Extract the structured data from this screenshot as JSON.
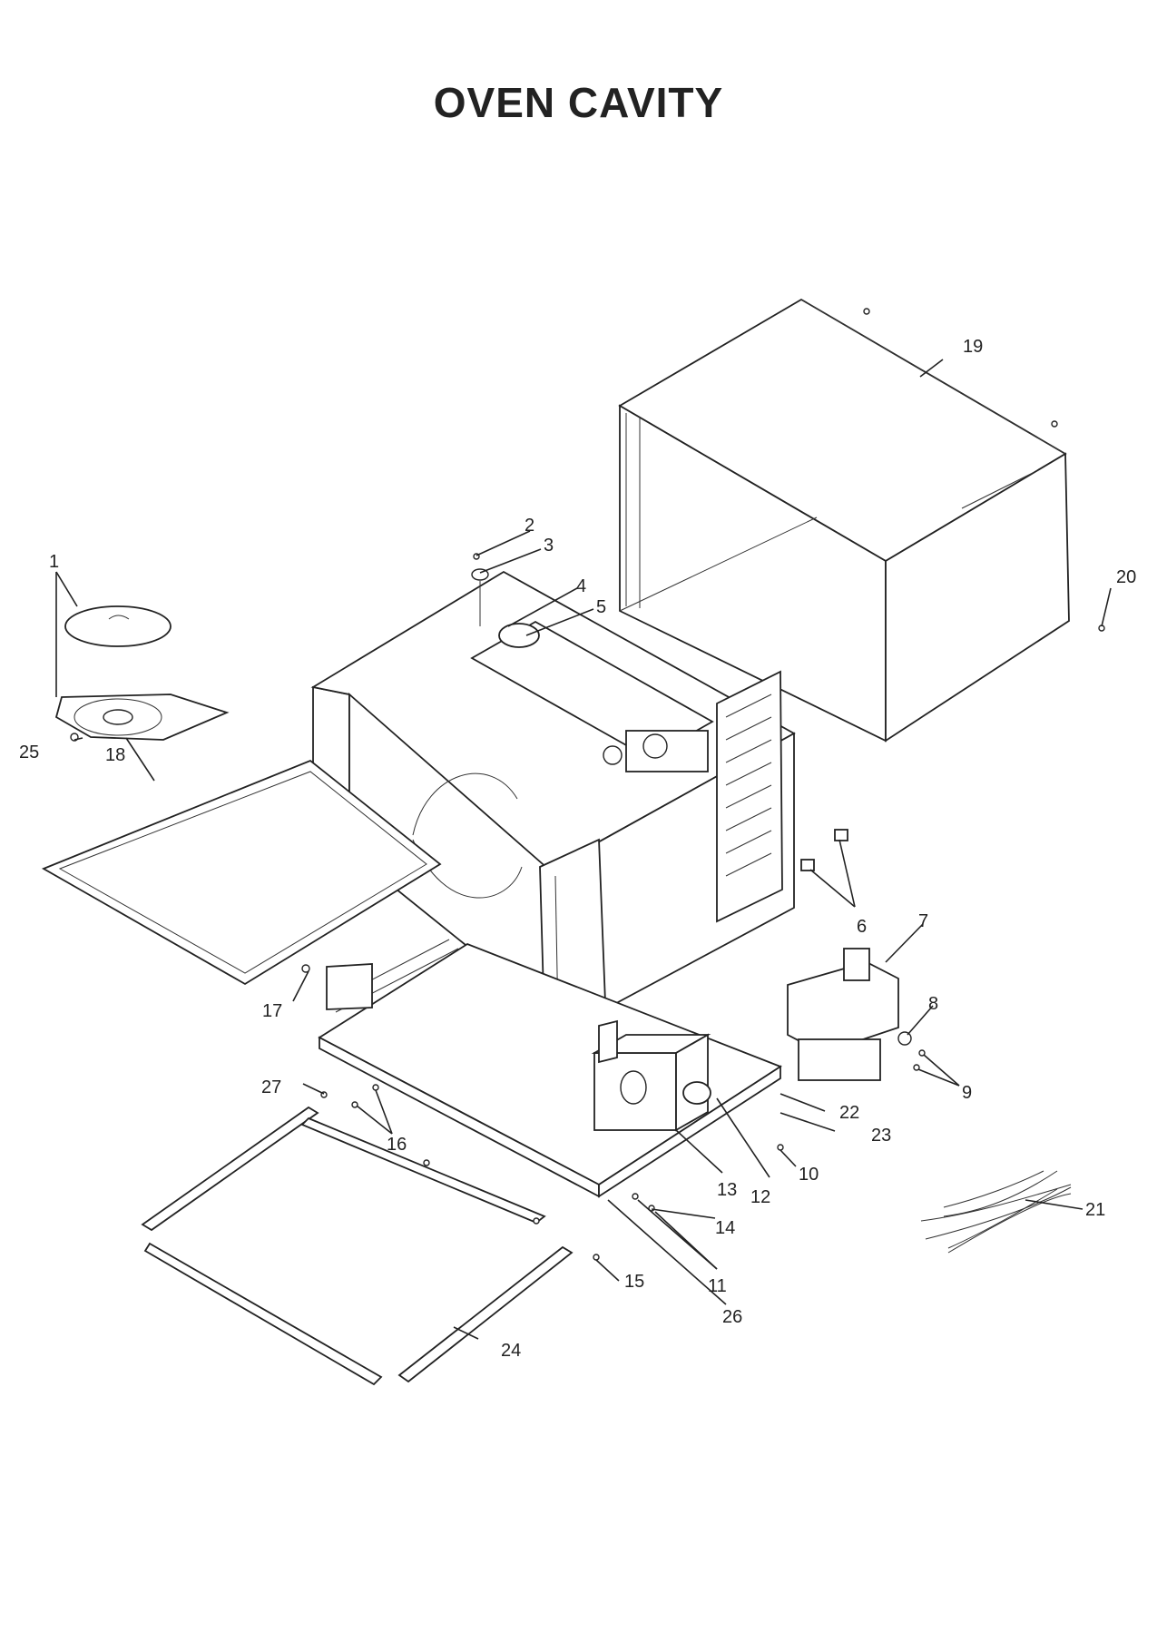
{
  "title": "OVEN CAVITY",
  "callouts": [
    "1",
    "2",
    "3",
    "4",
    "5",
    "6",
    "7",
    "8",
    "9",
    "10",
    "11",
    "12",
    "13",
    "14",
    "15",
    "16",
    "17",
    "18",
    "19",
    "20",
    "21",
    "22",
    "23",
    "24",
    "25",
    "26",
    "27"
  ]
}
